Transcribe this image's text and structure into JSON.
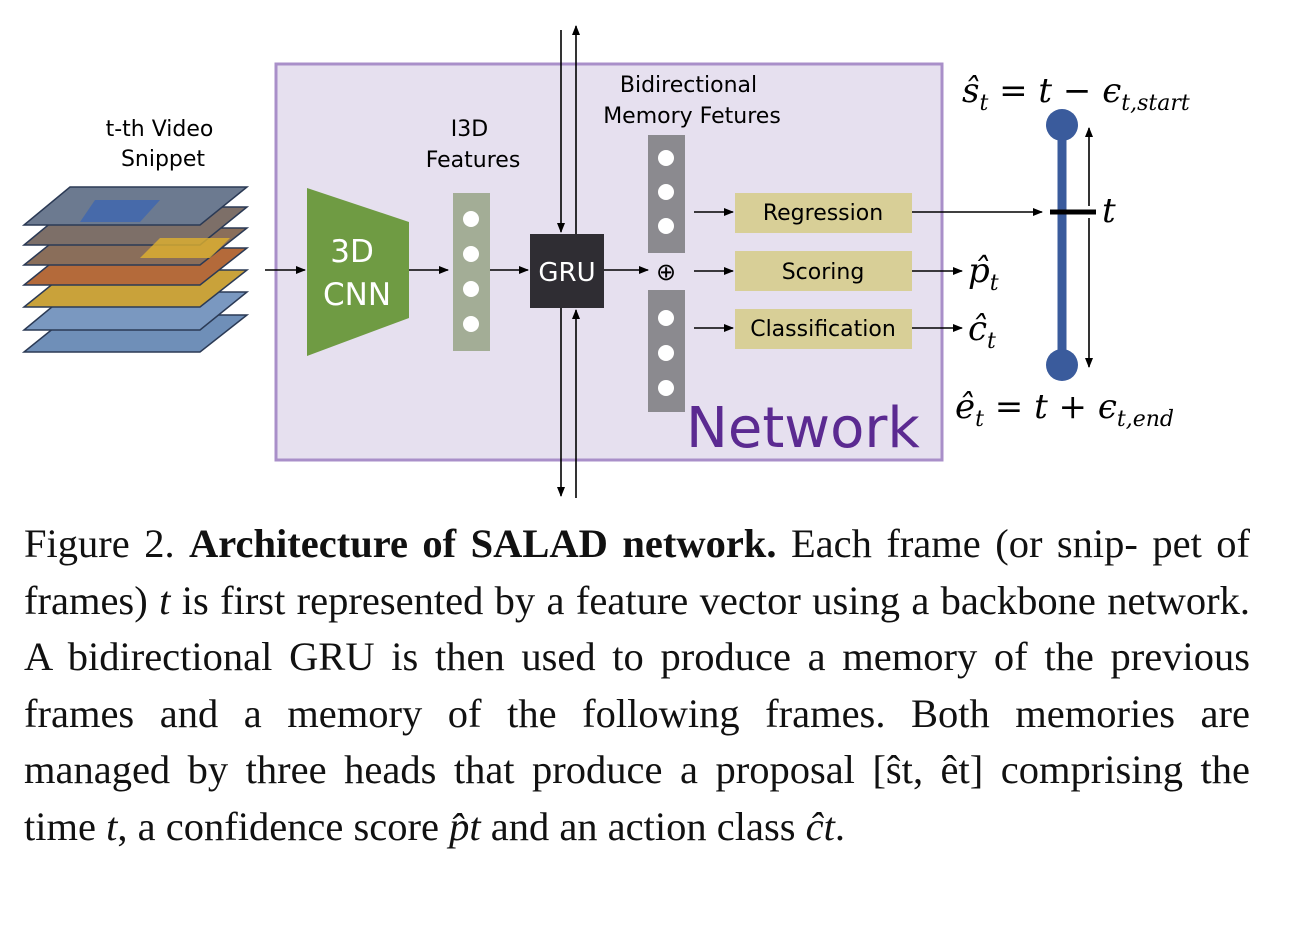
{
  "figure": {
    "input_label_line1": "t-th Video",
    "input_label_line2": "Snippet",
    "cnn_label_line1": "3D",
    "cnn_label_line2": "CNN",
    "i3d_label_line1": "I3D",
    "i3d_label_line2": "Features",
    "gru_label": "GRU",
    "memory_label_line1": "Bidirectional",
    "memory_label_line2": "Memory Fetures",
    "concat_symbol": "⊕",
    "heads": [
      "Regression",
      "Scoring",
      "Classification"
    ],
    "network_label": "Network",
    "outputs": {
      "start": "ŝt = t − εt,start",
      "score": "p̂t",
      "class": "ĉt",
      "end": "êt = t + εt,end",
      "time": "t"
    },
    "colors": {
      "network_bg": "#e6e0ef",
      "network_border": "#a98fc9",
      "network_text": "#5b2a91",
      "cnn": "#6f9b43",
      "feature_column": "#a3ad96",
      "memory_column": "#8b8a8f",
      "gru": "#2f2d33",
      "head_box": "#d8cf97",
      "timeline": "#3a5b9c"
    }
  },
  "caption": {
    "figure_number": "Figure 2.",
    "title": "Architecture of SALAD network.",
    "text_1": "Each frame (or snip- pet of frames)",
    "var_t": "t",
    "text_2": "is first represented by a feature vector using a backbone network. A bidirectional GRU is then used to produce a memory of the previous frames and a memory of the following frames. Both memories are managed by three heads that produce a proposal",
    "proposal": "[ŝt, êt]",
    "text_3": "comprising the time",
    "text_4": ", a confidence score",
    "score": "p̂t",
    "text_5": "and an action class",
    "class": "ĉt",
    "end": "."
  }
}
